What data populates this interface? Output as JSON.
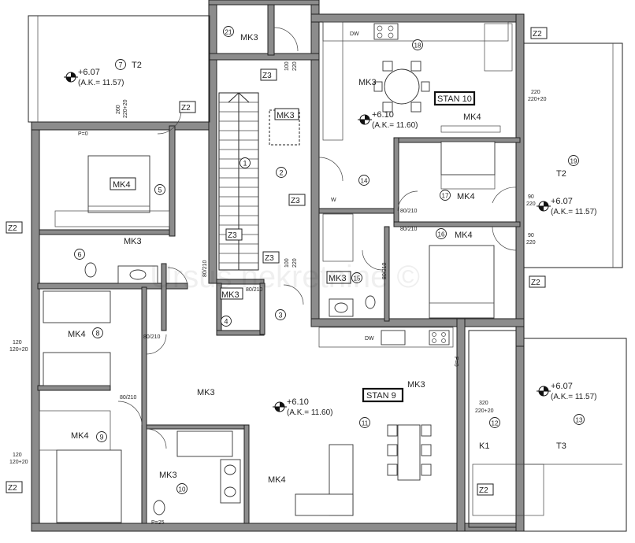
{
  "plan": {
    "room_labels": {
      "mk3_21": "MK3",
      "mk3_18": "MK3",
      "mk4_18": "MK4",
      "mk3_2": "MK3",
      "mk4_5": "MK4",
      "mk3_6": "MK3",
      "mk4_17": "MK4",
      "mk4_16": "MK4",
      "mk3_15": "MK3",
      "mk3_4": "MK3",
      "mk4_8": "MK4",
      "mk3_hall": "MK3",
      "mk3_11": "MK3",
      "mk4_9": "MK4",
      "mk3_10": "MK3",
      "mk4_11": "MK4",
      "t2_7": "T2",
      "t2_19": "T2",
      "t3": "T3",
      "k1": "K1"
    },
    "room_numbers": [
      "21",
      "7",
      "18",
      "1",
      "2",
      "5",
      "14",
      "19",
      "17",
      "16",
      "6",
      "15",
      "4",
      "3",
      "8",
      "11",
      "12",
      "13",
      "9",
      "10"
    ],
    "z_tags": {
      "z2_a": "Z2",
      "z2_b": "Z2",
      "z2_c": "Z2",
      "z2_d": "Z2",
      "z2_e": "Z2",
      "z2_f": "Z2",
      "z3_a": "Z3",
      "z3_b": "Z3",
      "z3_c": "Z3",
      "z3_d": "Z3"
    },
    "apartments": {
      "stan10": "STAN 10",
      "stan9": "STAN 9"
    },
    "levels": {
      "l1_main": "+6.07",
      "l1_ak": "(A.K.= 11.57)",
      "l2_main": "+6.10",
      "l2_ak": "(A.K.= 11.60)",
      "l3_main": "+6.07",
      "l3_ak": "(A.K.= 11.57)",
      "l4_main": "+6.10",
      "l4_ak": "(A.K.= 11.60)",
      "l5_main": "+6.07",
      "l5_ak": "(A.K.= 11.57)"
    },
    "dims": {
      "d1": "100",
      "d1b": "220",
      "d2": "100",
      "d2b": "220",
      "d3": "80/210",
      "d4": "80/210",
      "d5": "80/210",
      "d6": "80/210",
      "d7": "80/210",
      "d8": "80/210",
      "d9": "90",
      "d9b": "220",
      "d10": "90",
      "d10b": "220",
      "d11": "220",
      "d11b": "220+20",
      "d12": "260",
      "d12b": "220+20",
      "d13": "320",
      "d13b": "220+20",
      "d14": "120",
      "d14b": "120+20",
      "d15": "120",
      "d15b": "120+20",
      "d16": "P=0",
      "d17": "P=0",
      "d18": "P=25",
      "d19": "80/210",
      "dw1": "DW",
      "dw2": "DW",
      "w1": "W"
    },
    "watermark": "Ursus nekretnine ©"
  }
}
